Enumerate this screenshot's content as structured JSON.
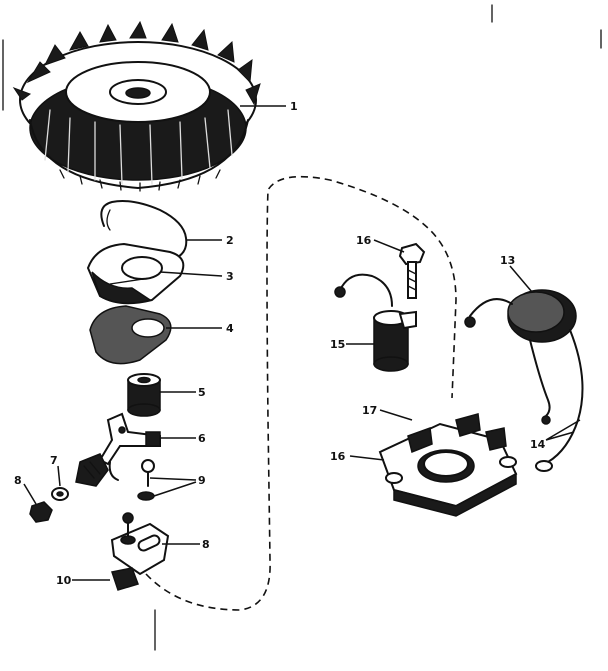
{
  "diagram": {
    "callouts": {
      "c1": "1",
      "c2": "2",
      "c3": "3",
      "c4": "4",
      "c5": "5",
      "c6": "6",
      "c7": "7",
      "c8a": "8",
      "c8b": "8",
      "c9a": "9",
      "c9b": "9",
      "c10": "10",
      "c13": "13",
      "c14": "14",
      "c15": "15",
      "c16a": "16",
      "c16b": "16",
      "c17": "17"
    }
  }
}
